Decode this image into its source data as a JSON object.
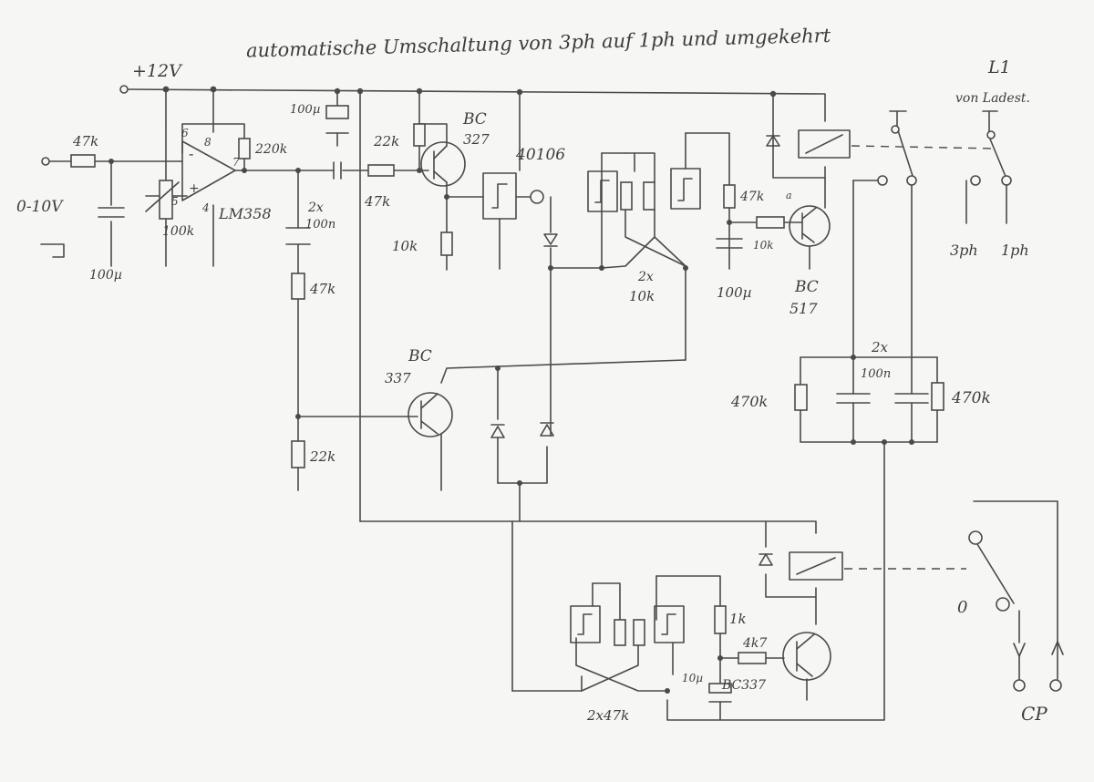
{
  "title": "automatische Umschaltung von 3ph auf 1ph und umgekehrt",
  "supply": "+12V",
  "input": {
    "range": "0-10V",
    "r_series": "47k",
    "c_filter": "100µ",
    "pot": "100k"
  },
  "opamp": {
    "part": "LM358",
    "pins": [
      "6",
      "8",
      "5",
      "4",
      "7"
    ],
    "minus": "-",
    "plus": "+",
    "r_feedback": "220k"
  },
  "stage1": {
    "c_supply": "100µ",
    "c_coupling_a": "2x",
    "c_coupling_b": "100n",
    "r_divider": "47k",
    "r_base": "47k",
    "r_emitter_pu": "22k",
    "r_collector": "10k",
    "transistor_a": "BC",
    "transistor_b": "327"
  },
  "inverter": {
    "part": "40106"
  },
  "oscillator1": {
    "r_pair_a": "2x",
    "r_pair_b": "10k"
  },
  "relay_driver1": {
    "r_pullup": "47k",
    "node_mark": "a",
    "r_base": "10k",
    "c_timing": "100µ",
    "transistor_a": "BC",
    "transistor_b": "517"
  },
  "comparator": {
    "transistor_a": "BC",
    "transistor_b": "337",
    "r_bottom": "22k"
  },
  "rectifier": {
    "c_pair_a": "2x",
    "c_pair_b": "100n",
    "r_left": "470k",
    "r_right": "470k"
  },
  "switch1": {
    "label_line1": "L1",
    "label_line2": "von Ladest.",
    "pos_3ph": "3ph",
    "pos_1ph": "1ph"
  },
  "oscillator2": {
    "r_pair": "2x47k",
    "r_a": "1k",
    "r_b": "4k7",
    "c_timing": "10µ",
    "transistor": "BC337"
  },
  "switch2": {
    "pos_off": "0",
    "output": "CP"
  }
}
